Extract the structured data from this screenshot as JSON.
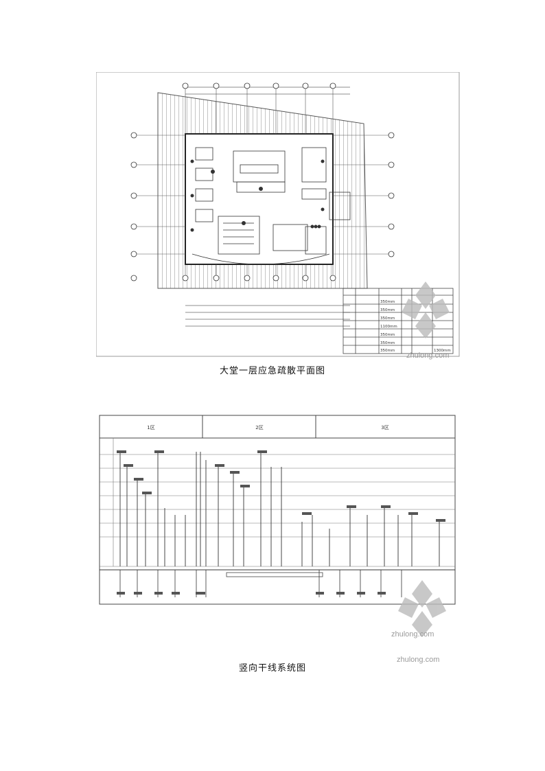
{
  "figures": [
    {
      "caption": "大堂一层应急疏散平面图",
      "legend_rows": [
        {
          "spec": "350mm"
        },
        {
          "spec": "350mm"
        },
        {
          "spec": "350mm"
        },
        {
          "spec": "1100mm"
        },
        {
          "spec": "350mm"
        },
        {
          "spec": "350mm"
        },
        {
          "spec": "350mm",
          "spec2": "1300mm"
        }
      ]
    },
    {
      "caption": "竖向干线系统图",
      "column_headers": [
        "1区",
        "2区",
        "3区"
      ]
    }
  ],
  "watermarks": [
    "zhulong.com",
    "zhulong.com",
    "zhulong.com"
  ]
}
